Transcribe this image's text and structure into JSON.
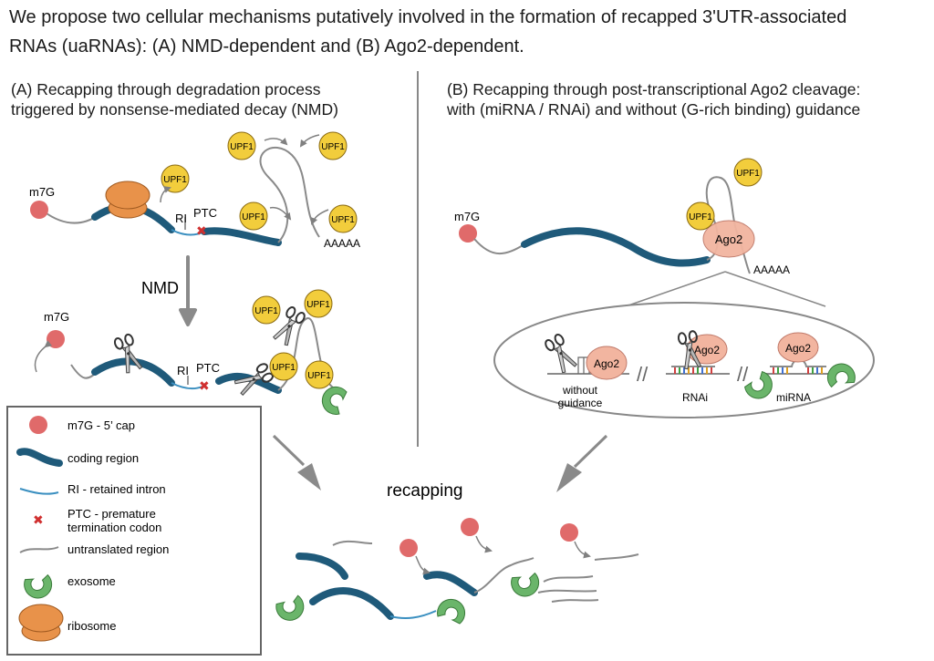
{
  "title": {
    "line1": "We propose two cellular mechanisms putatively involved in the formation of recapped 3'UTR-associated",
    "line2": "RNAs (uaRNAs): (A) NMD-dependent and (B) Ago2-dependent."
  },
  "panel_a": {
    "heading1": "(A) Recapping through degradation process",
    "heading2": "triggered by nonsense-mediated decay (NMD)",
    "m7g": "m7G",
    "upf1": "UPF1",
    "ri": "RI",
    "ptc": "PTC",
    "polya": "AAAAA",
    "nmd": "NMD"
  },
  "panel_b": {
    "heading1": "(B) Recapping through post-transcriptional Ago2 cleavage:",
    "heading2": "with (miRNA / RNAi) and without (G-rich binding) guidance",
    "m7g": "m7G",
    "upf1": "UPF1",
    "ago2": "Ago2",
    "polya": "AAAAA",
    "without_guidance_1": "without",
    "without_guidance_2": "guidance",
    "rnai": "RNAi",
    "mirna": "miRNA"
  },
  "recapping": "recapping",
  "legend": {
    "items": [
      {
        "label": "m7G - 5’ cap"
      },
      {
        "label": "coding region"
      },
      {
        "label": "RI - retained intron"
      },
      {
        "label": "PTC - premature",
        "label2": "termination codon"
      },
      {
        "label": "untranslated region"
      },
      {
        "label": "exosome"
      },
      {
        "label": "ribosome"
      }
    ]
  },
  "colors": {
    "cap": "#e06a6a",
    "coding": "#1f5a7a",
    "intron": "#3a8fc0",
    "ptc": "#d03030",
    "utr": "#8a8a8a",
    "exosome": "#6ab56a",
    "ribosome": "#e8924a",
    "upf1": "#f2cd3c",
    "ago2": "#f2b5a0"
  }
}
